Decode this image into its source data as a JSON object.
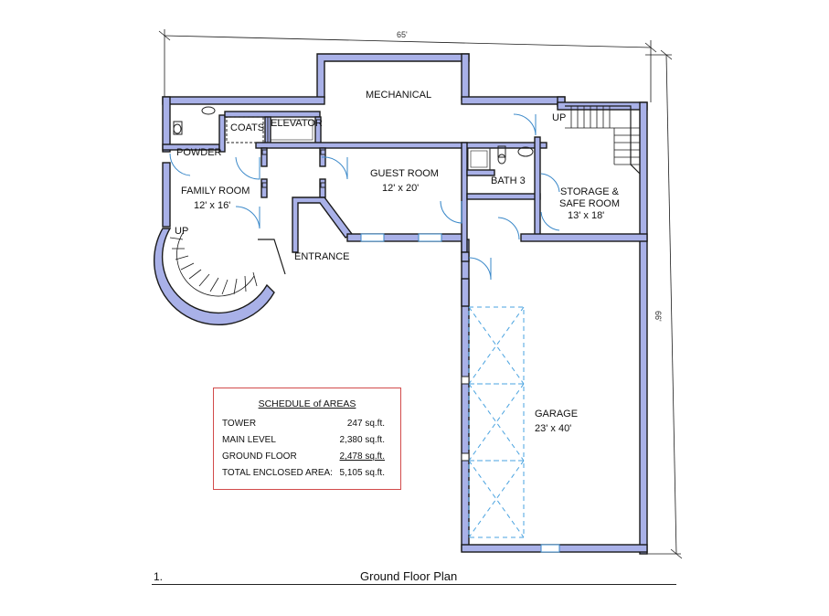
{
  "dimensions": {
    "width": "65'",
    "height": "66'"
  },
  "rooms": {
    "mechanical": "MECHANICAL",
    "coats": "COATS",
    "elevator": "ELEVATOR",
    "powder": "POWDER",
    "family_room": {
      "name": "FAMILY ROOM",
      "size": "12' x 16'"
    },
    "guest_room": {
      "name": "GUEST ROOM",
      "size": "12' x 20'"
    },
    "bath": "BATH 3",
    "storage": {
      "name_line1": "STORAGE &",
      "name_line2": "SAFE ROOM",
      "size": "13' x 18'"
    },
    "entrance": "ENTRANCE",
    "garage": {
      "name": "GARAGE",
      "size": "23' x 40'"
    },
    "stair_up_left": "UP",
    "stair_up_right": "UP"
  },
  "schedule": {
    "title": "SCHEDULE of AREAS",
    "rows": [
      {
        "label": "TOWER",
        "value": "247 sq.ft."
      },
      {
        "label": "MAIN LEVEL",
        "value": "2,380 sq.ft."
      },
      {
        "label": "GROUND FLOOR",
        "value": "2,478 sq.ft."
      },
      {
        "label": "TOTAL ENCLOSED AREA:",
        "value": "5,105 sq.ft."
      }
    ]
  },
  "footer": {
    "number": "1.",
    "title": "Ground Floor Plan"
  },
  "colors": {
    "wall_fill": "#a9b1e8",
    "door_arc": "#3a88c9",
    "schedule_border": "#d24b4b"
  }
}
